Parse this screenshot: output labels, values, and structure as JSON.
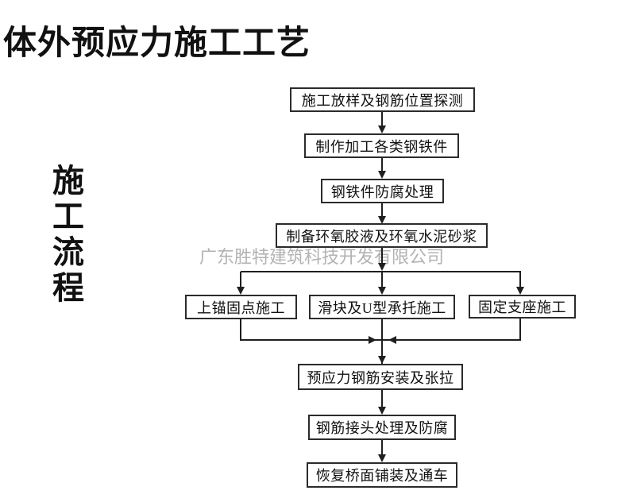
{
  "slide": {
    "title": "体外预应力施工工艺",
    "side_label": "施工流程",
    "watermark": "广东胜特建筑科技开发有限公司"
  },
  "flow": {
    "nodes": [
      {
        "id": "n1",
        "label": "施工放样及钢筋位置探测"
      },
      {
        "id": "n2",
        "label": "制作加工各类钢铁件"
      },
      {
        "id": "n3",
        "label": "钢铁件防腐处理"
      },
      {
        "id": "n4",
        "label": "制备环氧胶液及环氧水泥砂浆"
      },
      {
        "id": "n5a",
        "label": "上锚固点施工"
      },
      {
        "id": "n5b",
        "label": "滑块及U型承托施工"
      },
      {
        "id": "n5c",
        "label": "固定支座施工"
      },
      {
        "id": "n6",
        "label": "预应力钢筋安装及张拉"
      },
      {
        "id": "n7",
        "label": "钢筋接头处理及防腐"
      },
      {
        "id": "n8",
        "label": "恢复桥面铺装及通车"
      }
    ],
    "edges": [
      {
        "from": "n1",
        "to": "n2"
      },
      {
        "from": "n2",
        "to": "n3"
      },
      {
        "from": "n3",
        "to": "n4"
      },
      {
        "from": "n4",
        "to": "n5a"
      },
      {
        "from": "n4",
        "to": "n5b"
      },
      {
        "from": "n4",
        "to": "n5c"
      },
      {
        "from": "n5a",
        "to": "n6"
      },
      {
        "from": "n5b",
        "to": "n6"
      },
      {
        "from": "n5c",
        "to": "n6"
      },
      {
        "from": "n6",
        "to": "n7"
      },
      {
        "from": "n7",
        "to": "n8"
      }
    ]
  },
  "colors": {
    "line": "#1f1f1f",
    "box_border": "#2b2b2b",
    "text": "#111111",
    "watermark": "#b3b3b3",
    "background": "#ffffff"
  }
}
